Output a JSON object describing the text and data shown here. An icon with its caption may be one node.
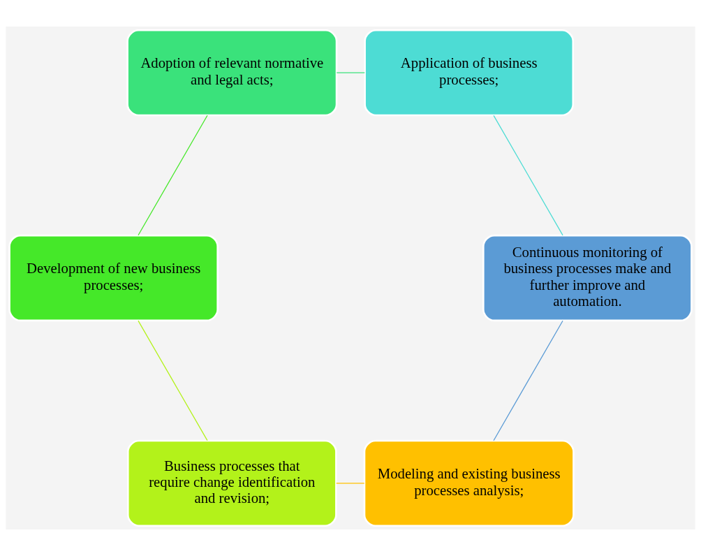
{
  "diagram": {
    "nodes": [
      {
        "text": [
          "Modeling and existing business processes analysis;"
        ]
      },
      {
        "text": [
          "Business processes that require change identification and revision;"
        ]
      },
      {
        "text": [
          "Development of new business processes;"
        ]
      },
      {
        "text": [
          "Adoption of relevant normative and legal acts;"
        ]
      },
      {
        "text": [
          "Application of business processes;"
        ]
      },
      {
        "text": [
          "Continuous monitoring of business processes make and further improve and automation."
        ]
      }
    ],
    "edges": [
      {
        "from": 0,
        "to": 1,
        "arrow": "none",
        "color": "#ffc000"
      },
      {
        "from": 1,
        "to": 2,
        "arrow": "none",
        "color": "#b3f21a"
      },
      {
        "from": 2,
        "to": 3,
        "arrow": "none",
        "color": "#45e829"
      },
      {
        "from": 3,
        "to": 4,
        "arrow": "none",
        "color": "#3ae27b"
      },
      {
        "from": 4,
        "to": 5,
        "arrow": "none",
        "color": "#4ddcd4"
      },
      {
        "from": 5,
        "to": 0,
        "arrow": "none",
        "color": "#5b9bd5"
      }
    ]
  }
}
